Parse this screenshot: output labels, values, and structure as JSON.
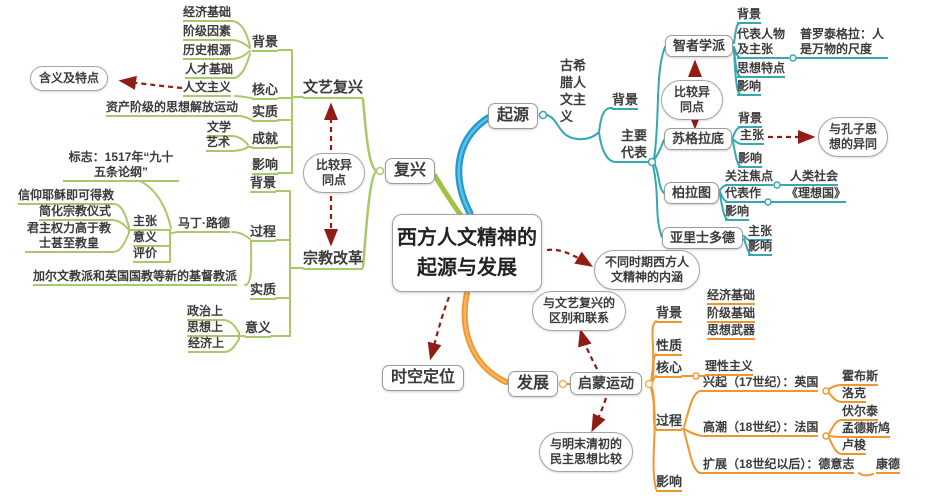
{
  "center": {
    "title": "西方人文精神的起源与发展"
  },
  "colors": {
    "renaissance_branch": "#a9c86a",
    "origin_trunk": "#2099d4",
    "origin_branch": "#35a8b4",
    "development_branch": "#ef9630",
    "compare_arrow": "#8f1d15"
  },
  "floating": {
    "meaning": "含义及特点",
    "compare_left": "比较异同点",
    "compare_right": "比较异同点",
    "confucius": "与孔子思想的异同",
    "connotation": "不同时期西方人文精神的内涵",
    "vs_renaissance": "与文艺复兴的区别和联系",
    "vs_mingqing": "与明末清初的民主思想比较",
    "spacetime": "时空定位"
  },
  "renaissance": {
    "label": "复兴",
    "art": {
      "label": "文艺复兴",
      "bg": {
        "label": "背景",
        "items": [
          "经济基础",
          "阶级因素",
          "历史根源",
          "人才基础"
        ]
      },
      "core": {
        "label": "核心",
        "item": "人文主义"
      },
      "essence": {
        "label": "实质",
        "item": "资产阶级的思想解放运动"
      },
      "achievement": {
        "label": "成就",
        "items": [
          "文学",
          "艺术"
        ]
      },
      "impact": "影响"
    },
    "reform": {
      "label": "宗教改革",
      "bg": "背景",
      "process": {
        "label": "过程",
        "mark": "标志：1517年“九十五条论纲”",
        "luther": {
          "label": "马丁·路德",
          "claims": {
            "label": "主张",
            "items": [
              "信仰耶稣即可得救",
              "简化宗教仪式",
              "君主权力高于教士甚至教皇"
            ]
          },
          "meaning": "意义",
          "evaluation": "评价"
        },
        "calvin": "加尔文教派和英国国教等新的基督教派"
      },
      "essence": "实质",
      "meaning": {
        "label": "意义",
        "items": [
          "政治上",
          "思想上",
          "经济上"
        ]
      }
    }
  },
  "origin": {
    "label": "起源",
    "theme": "古希腊人文主义",
    "bg": "背景",
    "representatives": "主要代表",
    "sophists": {
      "label": "智者学派",
      "bg": "背景",
      "rep": "代表人物及主张",
      "rep_value": "普罗泰格拉：人是万物的尺度",
      "feature": "思想特点",
      "impact": "影响"
    },
    "socrates": {
      "label": "苏格拉底",
      "bg": "背景",
      "claims": "主张",
      "impact": "影响"
    },
    "plato": {
      "label": "柏拉图",
      "focus": "关注焦点",
      "focus_value": "人类社会",
      "work": "代表作",
      "work_value": "《理想国》",
      "impact": "影响"
    },
    "aristotle": {
      "label": "亚里士多德",
      "claims": "主张",
      "impact": "影响"
    }
  },
  "development": {
    "label": "发展",
    "enlightenment": {
      "label": "启蒙运动",
      "bg": {
        "label": "背景",
        "items": [
          "经济基础",
          "阶级基础",
          "思想武器"
        ]
      },
      "nature": "性质",
      "core": {
        "label": "核心",
        "item": "理性主义"
      },
      "process": {
        "label": "过程",
        "rise": {
          "label": "兴起（17世纪）：英国",
          "items": [
            "霍布斯",
            "洛克"
          ]
        },
        "climax": {
          "label": "高潮（18世纪）：法国",
          "items": [
            "伏尔泰",
            "孟德斯鸠",
            "卢梭"
          ]
        },
        "expand": {
          "label": "扩展（18世纪以后）：德意志",
          "item": "康德"
        }
      },
      "impact": "影响"
    }
  }
}
